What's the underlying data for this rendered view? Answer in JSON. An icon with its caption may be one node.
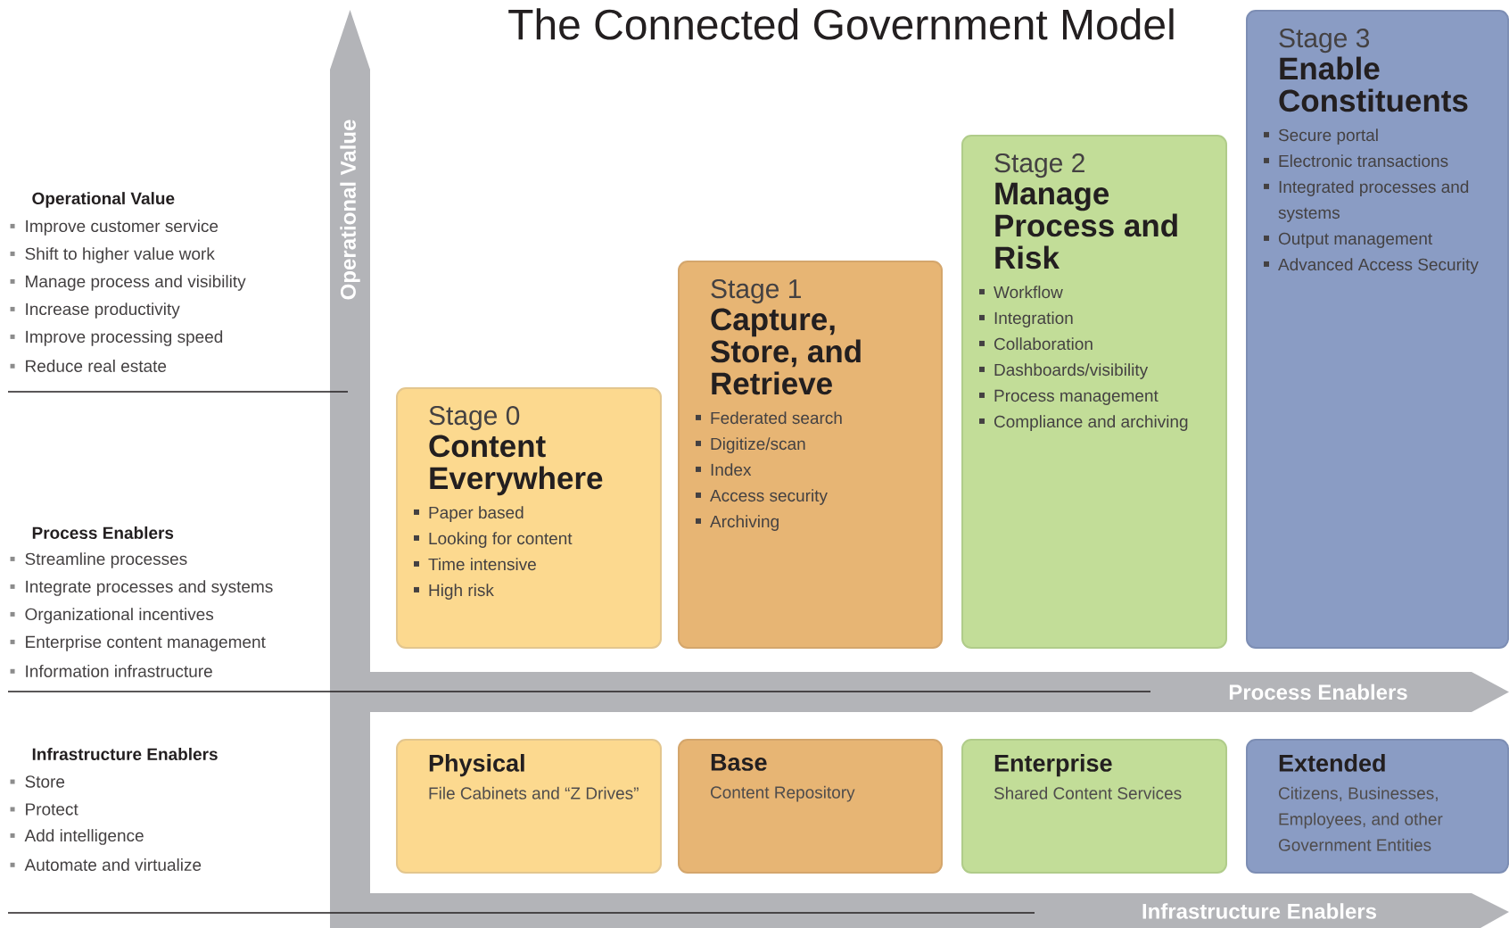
{
  "diagram": {
    "title": "The Connected Government Model",
    "nodes": [
      {
        "text": [
          "Stage 0",
          "Content Everywhere",
          "Paper based",
          "Looking for content",
          "Time intensive",
          "High risk"
        ]
      },
      {
        "text": [
          "Stage 1",
          "Capture, Store, and Retrieve",
          "Federated search",
          "Digitize/scan",
          "Index",
          "Access security",
          "Archiving"
        ]
      },
      {
        "text": [
          "Stage 2",
          "Manage Process and Risk",
          "Workflow",
          "Integration",
          "Collaboration",
          "Dashboards/visibility",
          "Process management",
          "Compliance and archiving"
        ]
      },
      {
        "text": [
          "Stage 3",
          "Enable Constituents",
          "Secure portal",
          "Electronic transactions",
          "Integrated processes and systems",
          "Output management",
          "Advanced Access Security"
        ]
      },
      {
        "text": [
          "Physical",
          "File Cabinets and “Z Drives”"
        ]
      },
      {
        "text": [
          "Base",
          "Content Repository"
        ]
      },
      {
        "text": [
          "Enterprise",
          "Shared Content Services"
        ]
      },
      {
        "text": [
          "Extended",
          "Citizens, Businesses, Employees, and other Government Entities"
        ]
      }
    ],
    "labels": [
      "Operational Value",
      "Improve customer service",
      "Shift to higher value work",
      "Manage process and visibility",
      "Increase productivity",
      "Improve processing speed",
      "Reduce real estate",
      "Process Enablers",
      "Streamline processes",
      "Integrate processes and systems",
      "Organizational incentives",
      "Enterprise content management",
      "Information infrastructure",
      "Infrastructure Enablers",
      "Store",
      "Protect",
      "Add intelligence",
      "Automate and virtualize",
      "Operational Value",
      "Process Enablers",
      "Infrastructure Enablers"
    ]
  }
}
